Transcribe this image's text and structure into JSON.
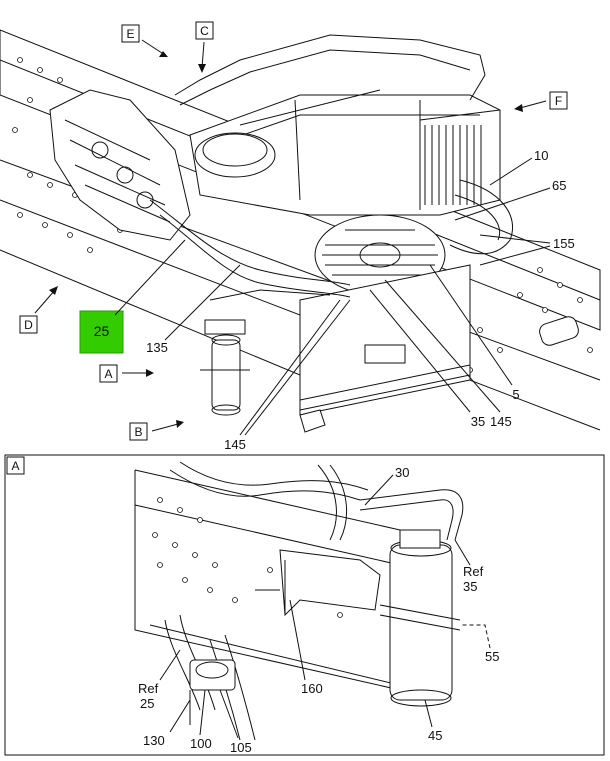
{
  "top_view": {
    "view_labels": {
      "A": "A",
      "B": "B",
      "C": "C",
      "D": "D",
      "E": "E",
      "F": "F"
    },
    "callouts": {
      "c25": "25",
      "c135": "135",
      "c145a": "145",
      "c145b": "145",
      "c35": "35",
      "c5": "5",
      "c10": "10",
      "c65": "65",
      "c155": "155"
    },
    "highlight_color": "#33cc00"
  },
  "detail_a": {
    "panel_label": "A",
    "callouts": {
      "c30": "30",
      "ref35_a": "Ref",
      "ref35_b": "35",
      "c55": "55",
      "c160": "160",
      "c45": "45",
      "ref25_a": "Ref",
      "ref25_b": "25",
      "c130": "130",
      "c100": "100",
      "c105": "105"
    }
  }
}
